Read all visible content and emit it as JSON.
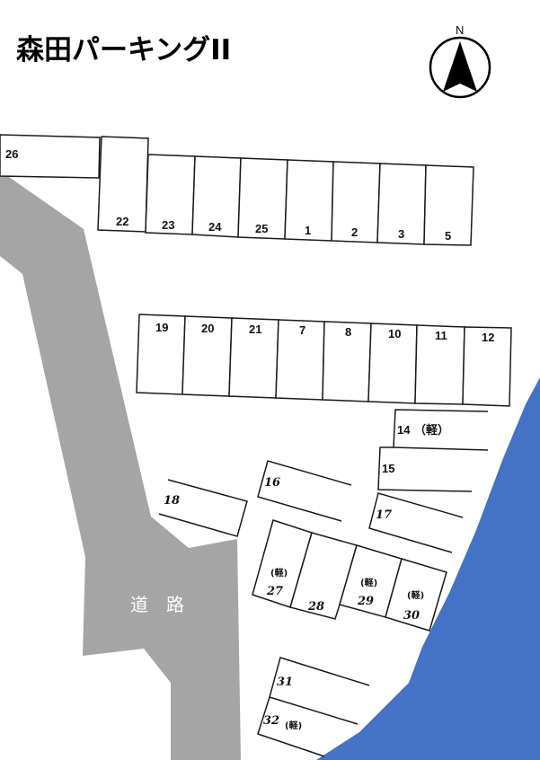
{
  "title": "森田パーキングII",
  "compass": {
    "label": "N",
    "icon": "north-arrow-icon"
  },
  "road": {
    "label": "道　路",
    "color": "#a5a5a5"
  },
  "river": {
    "color": "#4472c4"
  },
  "kei_mark": "（軽）",
  "kei_mark_short": "(軽)",
  "rows": {
    "top": {
      "stall_26": "26",
      "stalls": [
        "22",
        "23",
        "24",
        "25",
        "1",
        "2",
        "3",
        "5"
      ]
    },
    "middle": {
      "stalls": [
        "19",
        "20",
        "21",
        "7",
        "8",
        "10",
        "11",
        "12"
      ]
    },
    "right": {
      "stall_14": "14",
      "stall_14_note": "（軽）",
      "stall_15": "15",
      "stall_17": "17"
    },
    "center": {
      "stall_16": "16",
      "stall_18": "18"
    },
    "bottom_block": {
      "stalls": [
        {
          "number": "27",
          "note": "(軽)"
        },
        {
          "number": "28",
          "note": ""
        },
        {
          "number": "29",
          "note": "(軽)"
        },
        {
          "number": "30",
          "note": "(軽)"
        }
      ]
    },
    "bottom": {
      "stall_31": "31",
      "stall_32": "32",
      "stall_32_note": "(軽)"
    }
  }
}
